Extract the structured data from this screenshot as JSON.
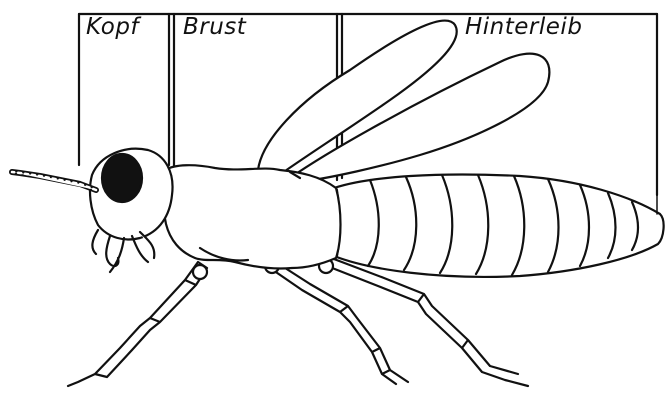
{
  "labels": {
    "head": "Kopf",
    "thorax": "Brust",
    "abdomen": "Hinterleib"
  },
  "colors": {
    "line": "#111111",
    "fill": "#ffffff",
    "eye": "#111111"
  }
}
